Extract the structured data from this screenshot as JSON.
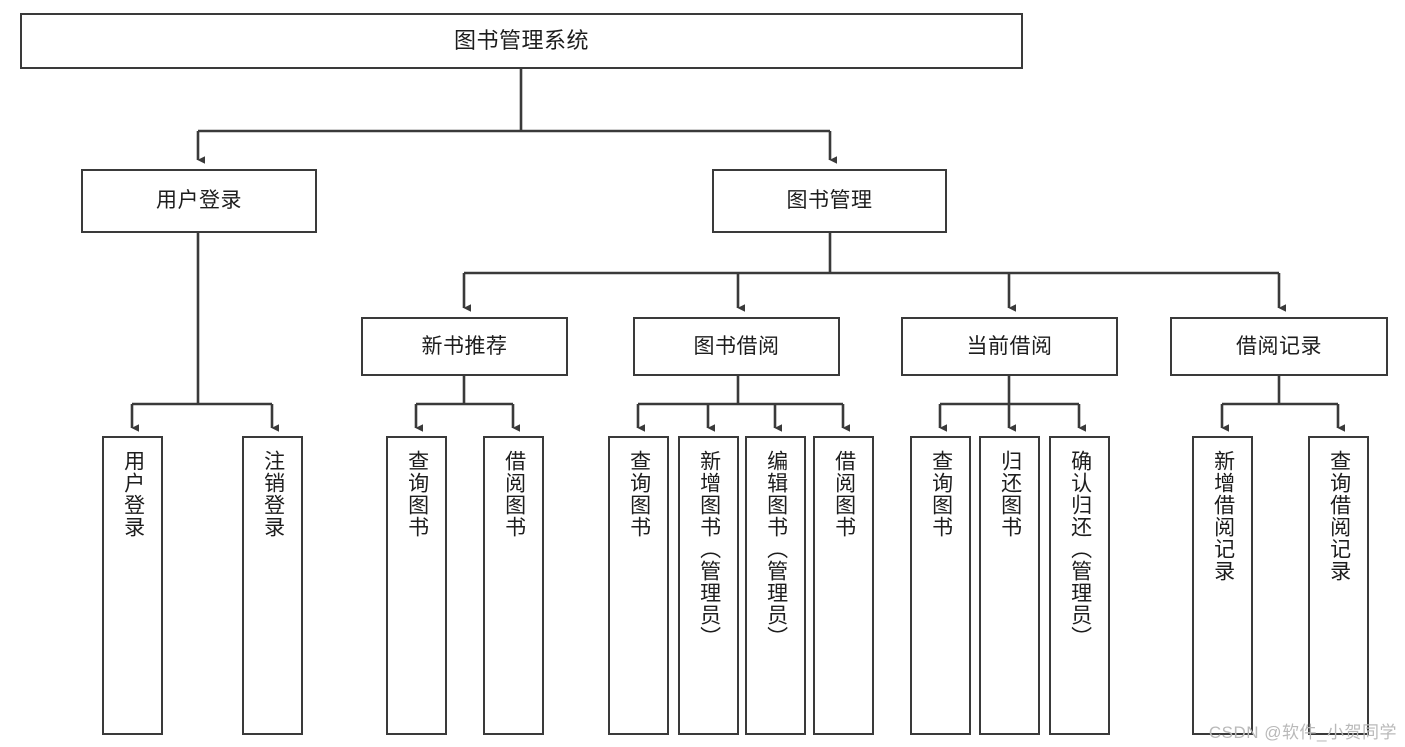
{
  "diagram": {
    "title": "图书管理系统",
    "type": "tree-hierarchy-chart",
    "orientation": "top-down",
    "line_color": "#3a3a3a",
    "box_fill": "#ffffff",
    "text_color": "#1d1d1d",
    "watermark": "CSDN @软件_小贺同学",
    "levels": [
      {
        "level": 1,
        "nodes": [
          {
            "id": "root",
            "label": "图书管理系统",
            "text_direction": "horizontal"
          }
        ]
      },
      {
        "level": 2,
        "nodes": [
          {
            "id": "login",
            "label": "用户登录",
            "text_direction": "horizontal",
            "parent": "root"
          },
          {
            "id": "bookmgmt",
            "label": "图书管理",
            "text_direction": "horizontal",
            "parent": "root"
          }
        ]
      },
      {
        "level": 3,
        "nodes": [
          {
            "id": "newbook",
            "label": "新书推荐",
            "text_direction": "horizontal",
            "parent": "bookmgmt"
          },
          {
            "id": "borrow",
            "label": "图书借阅",
            "text_direction": "horizontal",
            "parent": "bookmgmt"
          },
          {
            "id": "current",
            "label": "当前借阅",
            "text_direction": "horizontal",
            "parent": "bookmgmt"
          },
          {
            "id": "records",
            "label": "借阅记录",
            "text_direction": "horizontal",
            "parent": "bookmgmt"
          }
        ]
      },
      {
        "level": 4,
        "nodes": [
          {
            "id": "leaf-1",
            "label": "用户登录",
            "text_direction": "vertical",
            "parent": "login"
          },
          {
            "id": "leaf-2",
            "label": "注销登录",
            "text_direction": "vertical",
            "parent": "login"
          },
          {
            "id": "leaf-3",
            "label": "查询图书",
            "text_direction": "vertical",
            "parent": "newbook"
          },
          {
            "id": "leaf-4",
            "label": "借阅图书",
            "text_direction": "vertical",
            "parent": "newbook"
          },
          {
            "id": "leaf-5",
            "label": "查询图书",
            "text_direction": "vertical",
            "parent": "borrow"
          },
          {
            "id": "leaf-6",
            "label": "新增图书（管理员）",
            "text_direction": "vertical",
            "parent": "borrow"
          },
          {
            "id": "leaf-7",
            "label": "编辑图书（管理员）",
            "text_direction": "vertical",
            "parent": "borrow"
          },
          {
            "id": "leaf-8",
            "label": "借阅图书",
            "text_direction": "vertical",
            "parent": "borrow"
          },
          {
            "id": "leaf-9",
            "label": "查询图书",
            "text_direction": "vertical",
            "parent": "current"
          },
          {
            "id": "leaf-10",
            "label": "归还图书",
            "text_direction": "vertical",
            "parent": "current"
          },
          {
            "id": "leaf-11",
            "label": "确认归还（管理员）",
            "text_direction": "vertical",
            "parent": "current"
          },
          {
            "id": "leaf-12",
            "label": "新增借阅记录",
            "text_direction": "vertical",
            "parent": "records"
          },
          {
            "id": "leaf-13",
            "label": "查询借阅记录",
            "text_direction": "vertical",
            "parent": "records"
          }
        ]
      }
    ]
  }
}
